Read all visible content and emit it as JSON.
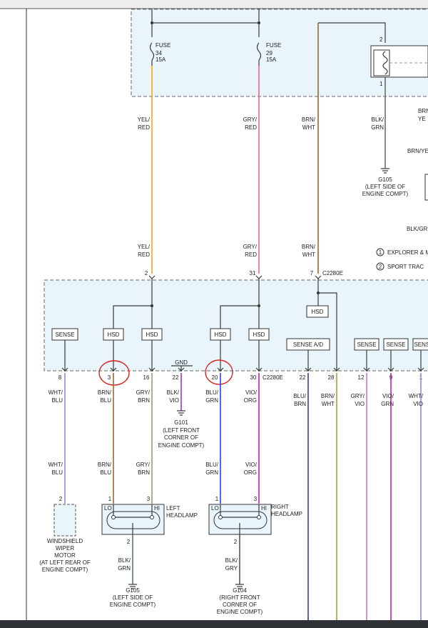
{
  "labels": {
    "fuse34": [
      "FUSE",
      "34",
      "15A"
    ],
    "fuse29": [
      "FUSE",
      "29",
      "15A"
    ],
    "pin2": "2",
    "pin1": "1",
    "w_yelred_top": [
      "YEL/",
      "RED"
    ],
    "w_gryred_top": [
      "GRY/",
      "RED"
    ],
    "w_brnwht_top": [
      "BRN/",
      "WHT"
    ],
    "w_blkgrn_top": [
      "BLK/",
      "GRN"
    ],
    "w_brn_cut": [
      "BRN",
      "YE"
    ],
    "w_brnye2": "BRN/YE",
    "g105_top": [
      "G105",
      "(LEFT SIDE OF",
      "ENGINE COMPT)"
    ],
    "blkgr": "BLK/GR",
    "note1_num": "1",
    "note1_text": "EXPLORER & M",
    "note2_num": "2",
    "note2_text": "SPORT TRAC",
    "w_yelred_mid": [
      "YEL/",
      "RED"
    ],
    "w_gryred_mid": [
      "GRY/",
      "RED"
    ],
    "w_brnwht_mid": [
      "BRN/",
      "WHT"
    ],
    "conn_top_pins": [
      "2",
      "31",
      "7"
    ],
    "conn_top_name": "C2280E",
    "hsd": "HSD",
    "sense": "SENSE",
    "sense_ad": "SENSE A/D",
    "gnd": "GND",
    "bottom_pins": [
      "8",
      "3",
      "16",
      "22",
      "20",
      "30",
      "22",
      "28",
      "12",
      "9",
      "1"
    ],
    "conn_bottom_name": "C2280E",
    "w_bot": [
      [
        "WHT/",
        "BLU"
      ],
      [
        "BRN/",
        "BLU"
      ],
      [
        "GRY/",
        "BRN"
      ],
      [
        "BLK/",
        "VIO"
      ],
      [
        "BLU/",
        "GRN"
      ],
      [
        "VIO/",
        "ORG"
      ],
      [
        "BLU/",
        "BRN"
      ],
      [
        "BRN/",
        "WHT"
      ],
      [
        "GRY/",
        "VIO"
      ],
      [
        "VIO/",
        "GRN"
      ],
      [
        "WHT/",
        "VIO"
      ]
    ],
    "g101": [
      "G101",
      "(LEFT FRONT",
      "CORNER OF",
      "ENGINE COMPT)"
    ],
    "w_low": [
      [
        "WHT/",
        "BLU"
      ],
      [
        "BRN/",
        "BLU"
      ],
      [
        "GRY/",
        "BRN"
      ],
      [
        "BLU/",
        "GRN"
      ],
      [
        "VIO/",
        "ORG"
      ]
    ],
    "lamp_pins": [
      "2",
      "1",
      "3",
      "1",
      "3",
      "2",
      "2"
    ],
    "lo": "LO",
    "hi": "HI",
    "left_headlamp": [
      "LEFT",
      "HEADLAMP"
    ],
    "right_headlamp": [
      "RIGHT",
      "HEADLAMP"
    ],
    "wiper": [
      "WINDSHIELD",
      "WIPER",
      "MOTOR",
      "(AT LEFT REAR OF",
      "ENGINE COMPT)"
    ],
    "w_blkgrn_low": [
      "BLK/",
      "GRN"
    ],
    "w_blkgry_low": [
      "BLK/",
      "GRY"
    ],
    "g105_bot": [
      "G105",
      "(LEFT SIDE OF",
      "ENGINE COMPT)"
    ],
    "g104": [
      "G104",
      "(RIGHT FRONT",
      "CORNER OF",
      "ENGINE COMPT)"
    ]
  },
  "colors": {
    "yellow": "#f2a71b",
    "pink": "#e86d8a",
    "brown": "#9a6a2a",
    "black": "#444444",
    "violet": "#8a8ae0",
    "tan": "#b08a5a",
    "grybrn": "#9a9a7a",
    "blue": "#2c3df0",
    "magenta": "#c21fb4",
    "navy": "#3a3a9a",
    "olive": "#a8a040",
    "orchid": "#c874c8",
    "dkgreen": "#5a7a5a",
    "purple": "#9a3ac8"
  }
}
